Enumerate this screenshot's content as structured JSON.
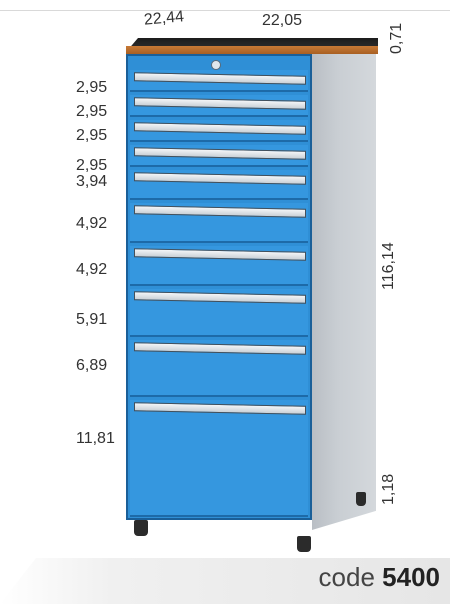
{
  "dimensions": {
    "top_left": "22,44",
    "top_right": "22,05",
    "top_thickness": "0,71",
    "height": "116,14",
    "foot_height": "1,18",
    "drawer_heights": [
      "2,95",
      "2,95",
      "2,95",
      "2,95",
      "3,94",
      "4,92",
      "4,92",
      "5,91",
      "6,89",
      "11,81"
    ]
  },
  "footer": {
    "code_prefix": "code",
    "code_number": "5400"
  }
}
